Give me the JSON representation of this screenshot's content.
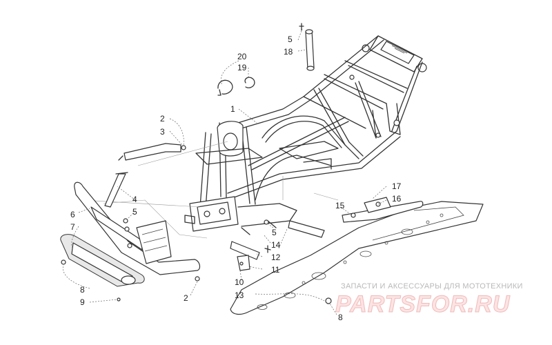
{
  "callouts": [
    {
      "id": "c1",
      "label": "1"
    },
    {
      "id": "c2a",
      "label": "2"
    },
    {
      "id": "c2b",
      "label": "2"
    },
    {
      "id": "c3",
      "label": "3"
    },
    {
      "id": "c4",
      "label": "4"
    },
    {
      "id": "c5a",
      "label": "5"
    },
    {
      "id": "c5b",
      "label": "5"
    },
    {
      "id": "c5c",
      "label": "5"
    },
    {
      "id": "c6",
      "label": "6"
    },
    {
      "id": "c7",
      "label": "7"
    },
    {
      "id": "c8a",
      "label": "8"
    },
    {
      "id": "c8b",
      "label": "8"
    },
    {
      "id": "c9",
      "label": "9"
    },
    {
      "id": "c10",
      "label": "10"
    },
    {
      "id": "c11",
      "label": "11"
    },
    {
      "id": "c12",
      "label": "12"
    },
    {
      "id": "c13",
      "label": "13"
    },
    {
      "id": "c14",
      "label": "14"
    },
    {
      "id": "c15",
      "label": "15"
    },
    {
      "id": "c16",
      "label": "16"
    },
    {
      "id": "c17",
      "label": "17"
    },
    {
      "id": "c18",
      "label": "18"
    },
    {
      "id": "c19",
      "label": "19"
    },
    {
      "id": "c20",
      "label": "20"
    }
  ],
  "watermark": {
    "caption": "ЗАПАСТИ И АКСЕССУАРЫ ДЛЯ МОТОТЕХНИКИ",
    "logo": "PARTSFOR.RU"
  },
  "colors": {
    "line": "#333333",
    "watermark_logo": "#f2b9b9",
    "watermark_caption": "#b9b9b9"
  }
}
